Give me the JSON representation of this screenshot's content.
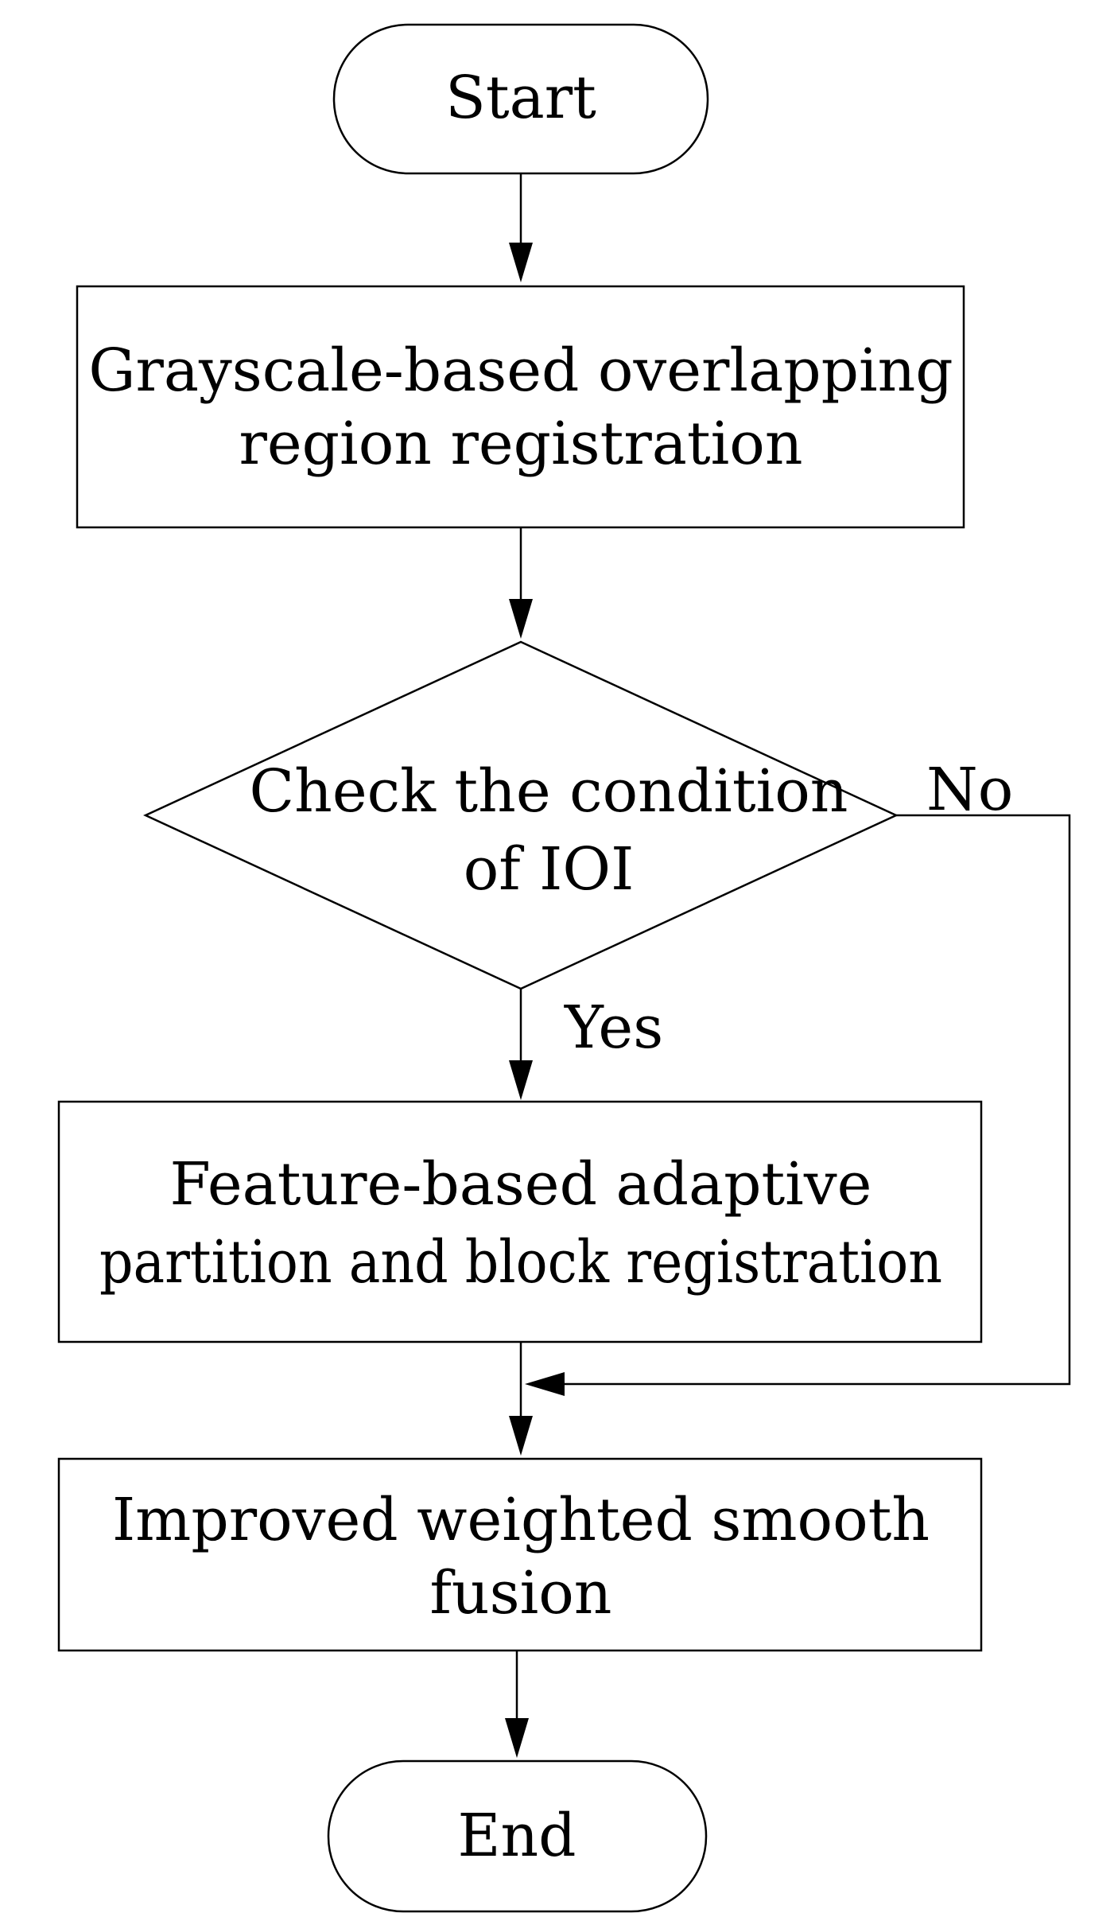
{
  "flowchart": {
    "start": "Start",
    "step1": {
      "line1": "Grayscale-based overlapping",
      "line2": "region registration"
    },
    "decision": {
      "line1": "Check the condition",
      "line2": "of IOI"
    },
    "no_label": "No",
    "yes_label": "Yes",
    "step2": {
      "line1": "Feature-based adaptive",
      "line2": "partition and block registration"
    },
    "step3": {
      "line1": "Improved weighted smooth",
      "line2": "fusion"
    },
    "end": "End"
  }
}
